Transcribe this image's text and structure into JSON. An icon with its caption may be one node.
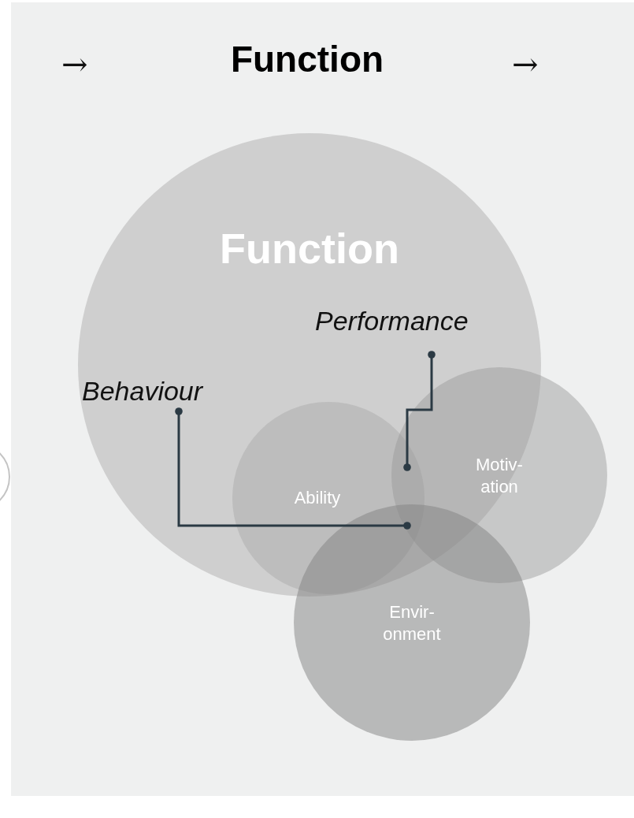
{
  "diagram": {
    "title": "Function",
    "nodes": [
      {
        "text": [
          "Function"
        ]
      },
      {
        "text": [
          "Performance"
        ],
        "in": 0
      },
      {
        "text": [
          "Behaviour"
        ],
        "in": 0
      },
      {
        "text": [
          "Ability"
        ],
        "in": 0
      },
      {
        "text": [
          "Motiv- ation"
        ]
      },
      {
        "text": [
          "Envir- onment"
        ]
      }
    ],
    "edges": [
      {
        "from": 2,
        "to": 3,
        "arrow": "other"
      },
      {
        "from": 1,
        "to": 3,
        "arrow": "other"
      }
    ],
    "labels": [
      "→",
      "→"
    ]
  }
}
